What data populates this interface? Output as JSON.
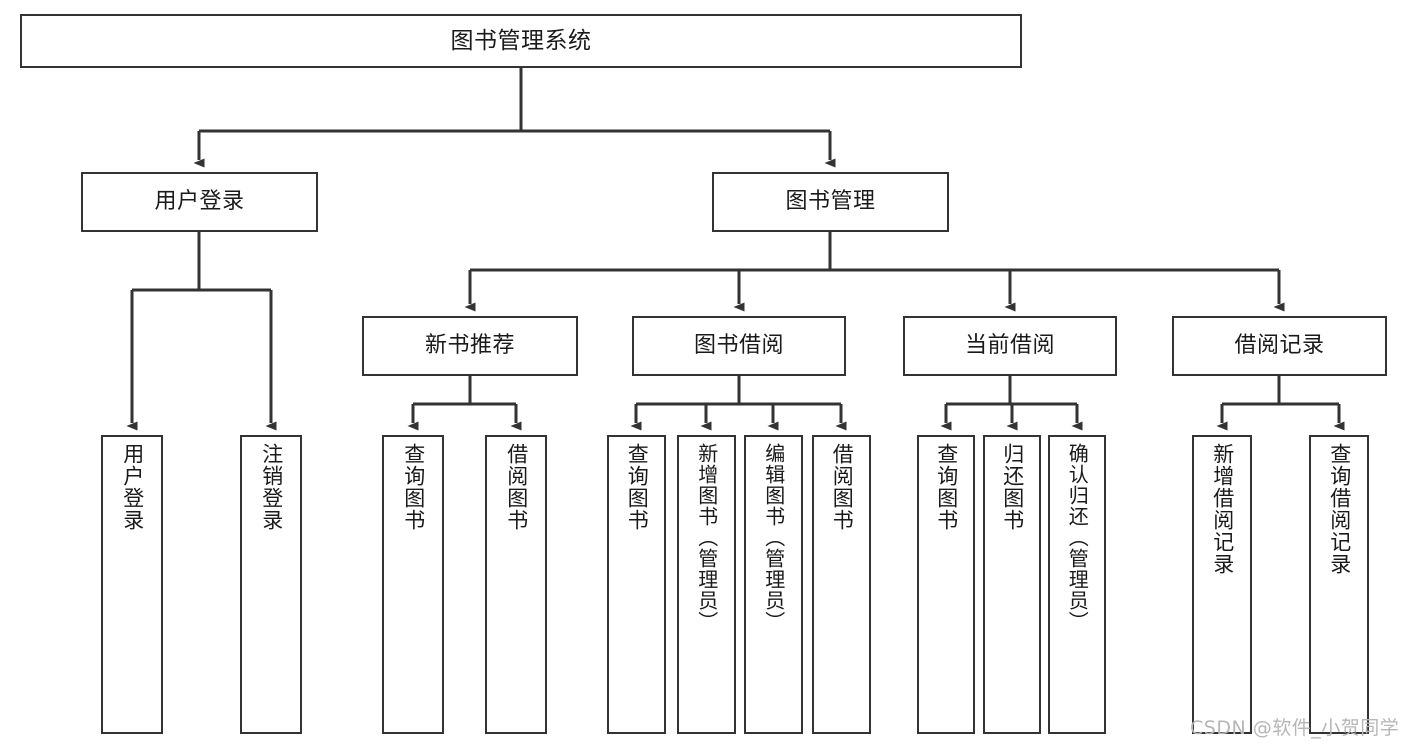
{
  "diagram": {
    "title": "图书管理系统",
    "watermark": "CSDN @软件_小贺同学",
    "colors": {
      "box_border": "#333333",
      "box_fill": "#ffffff",
      "edge": "#333333",
      "text": "#1a1a1a",
      "watermark": "#b6b6b6"
    },
    "levels": {
      "root": [
        "图书管理系统"
      ],
      "level2": [
        "用户登录",
        "图书管理"
      ],
      "level3": [
        "新书推荐",
        "图书借阅",
        "当前借阅",
        "借阅记录"
      ],
      "leaves": [
        "用户登录",
        "注销登录",
        "查询图书",
        "借阅图书",
        "查询图书",
        "新增图书（管理员）",
        "编辑图书（管理员）",
        "借阅图书",
        "查询图书",
        "归还图书",
        "确认归还（管理员）",
        "新增借阅记录",
        "查询借阅记录"
      ]
    },
    "nodes": {
      "root": {
        "label": "图书管理系统"
      },
      "user_login": {
        "label": "用户登录"
      },
      "book_manage": {
        "label": "图书管理"
      },
      "new_book_rec": {
        "label": "新书推荐"
      },
      "book_borrow": {
        "label": "图书借阅"
      },
      "current_borrow": {
        "label": "当前借阅"
      },
      "borrow_record": {
        "label": "借阅记录"
      },
      "leaf_user_login": {
        "label": "用户登录"
      },
      "leaf_logout": {
        "label": "注销登录"
      },
      "leaf_query_book_a": {
        "label": "查询图书"
      },
      "leaf_borrow_book_a": {
        "label": "借阅图书"
      },
      "leaf_query_book_b": {
        "label": "查询图书"
      },
      "leaf_add_book": {
        "label": "新增图书（管理员）"
      },
      "leaf_edit_book": {
        "label": "编辑图书（管理员）"
      },
      "leaf_borrow_book_b": {
        "label": "借阅图书"
      },
      "leaf_query_book_c": {
        "label": "查询图书"
      },
      "leaf_return_book": {
        "label": "归还图书"
      },
      "leaf_confirm_return": {
        "label": "确认归还（管理员）"
      },
      "leaf_add_record": {
        "label": "新增借阅记录"
      },
      "leaf_query_record": {
        "label": "查询借阅记录"
      }
    }
  }
}
